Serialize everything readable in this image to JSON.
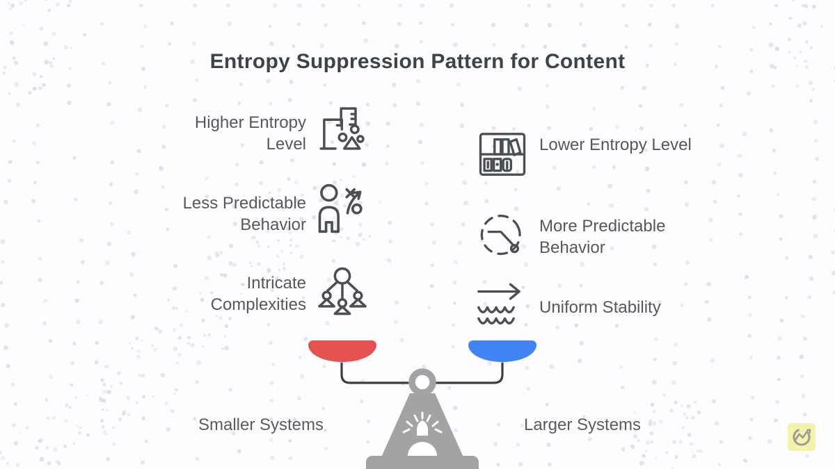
{
  "title": "Entropy Suppression Pattern for Content",
  "left_column": {
    "items": [
      {
        "label": "Higher Entropy Level",
        "icon": "scattered-shapes-icon"
      },
      {
        "label": "Less Predictable Behavior",
        "icon": "unpredictable-person-icon"
      },
      {
        "label": "Intricate Complexities",
        "icon": "hierarchy-network-icon"
      }
    ],
    "footer_label": "Smaller Systems",
    "pan_color": "#e45252"
  },
  "right_column": {
    "items": [
      {
        "label": "Lower Entropy Level",
        "icon": "bookshelf-icon"
      },
      {
        "label": "More Predictable Behavior",
        "icon": "dashed-gauge-icon"
      },
      {
        "label": "Uniform Stability",
        "icon": "steady-flow-icon"
      }
    ],
    "footer_label": "Larger Systems",
    "pan_color": "#4183f2"
  },
  "balance": {
    "stand_color": "#a3a3a5",
    "beam_color": "#3a3e41"
  },
  "background": {
    "base_color": "#fdfdff",
    "dot_color": "#d7d7f0"
  },
  "watermark": {
    "icon": "line-chart-logo"
  }
}
